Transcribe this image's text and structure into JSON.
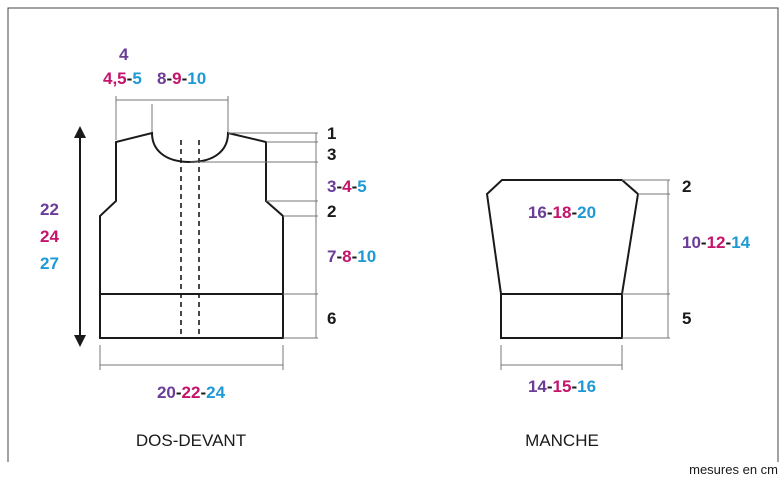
{
  "colors": {
    "size1": "#6a3d96",
    "size2": "#c4146b",
    "size3": "#1d9ad6",
    "ink": "#1a1a1a"
  },
  "dos_devant": {
    "label": "DOS-DEVANT",
    "top_shoulder_s1": "4",
    "top_shoulder_s2": "4,5",
    "top_shoulder_s3": "5",
    "neck_s1": "8",
    "neck_s2": "9",
    "neck_s3": "10",
    "height_s1": "22",
    "height_s2": "24",
    "height_s3": "27",
    "shoulder_slope": "1",
    "neck_depth": "3",
    "armhole_s1": "3",
    "armhole_s2": "4",
    "armhole_s3": "5",
    "armhole_shaping": "2",
    "side_s1": "7",
    "side_s2": "8",
    "side_s3": "10",
    "rib": "6",
    "width_s1": "20",
    "width_s2": "22",
    "width_s3": "24"
  },
  "manche": {
    "label": "MANCHE",
    "top_shaping": "2",
    "upper_width_s1": "16",
    "upper_width_s2": "18",
    "upper_width_s3": "20",
    "length_s1": "10",
    "length_s2": "12",
    "length_s3": "14",
    "cuff": "5",
    "bottom_width_s1": "14",
    "bottom_width_s2": "15",
    "bottom_width_s3": "16"
  },
  "footer_note": "mesures en cm",
  "separator": "-"
}
